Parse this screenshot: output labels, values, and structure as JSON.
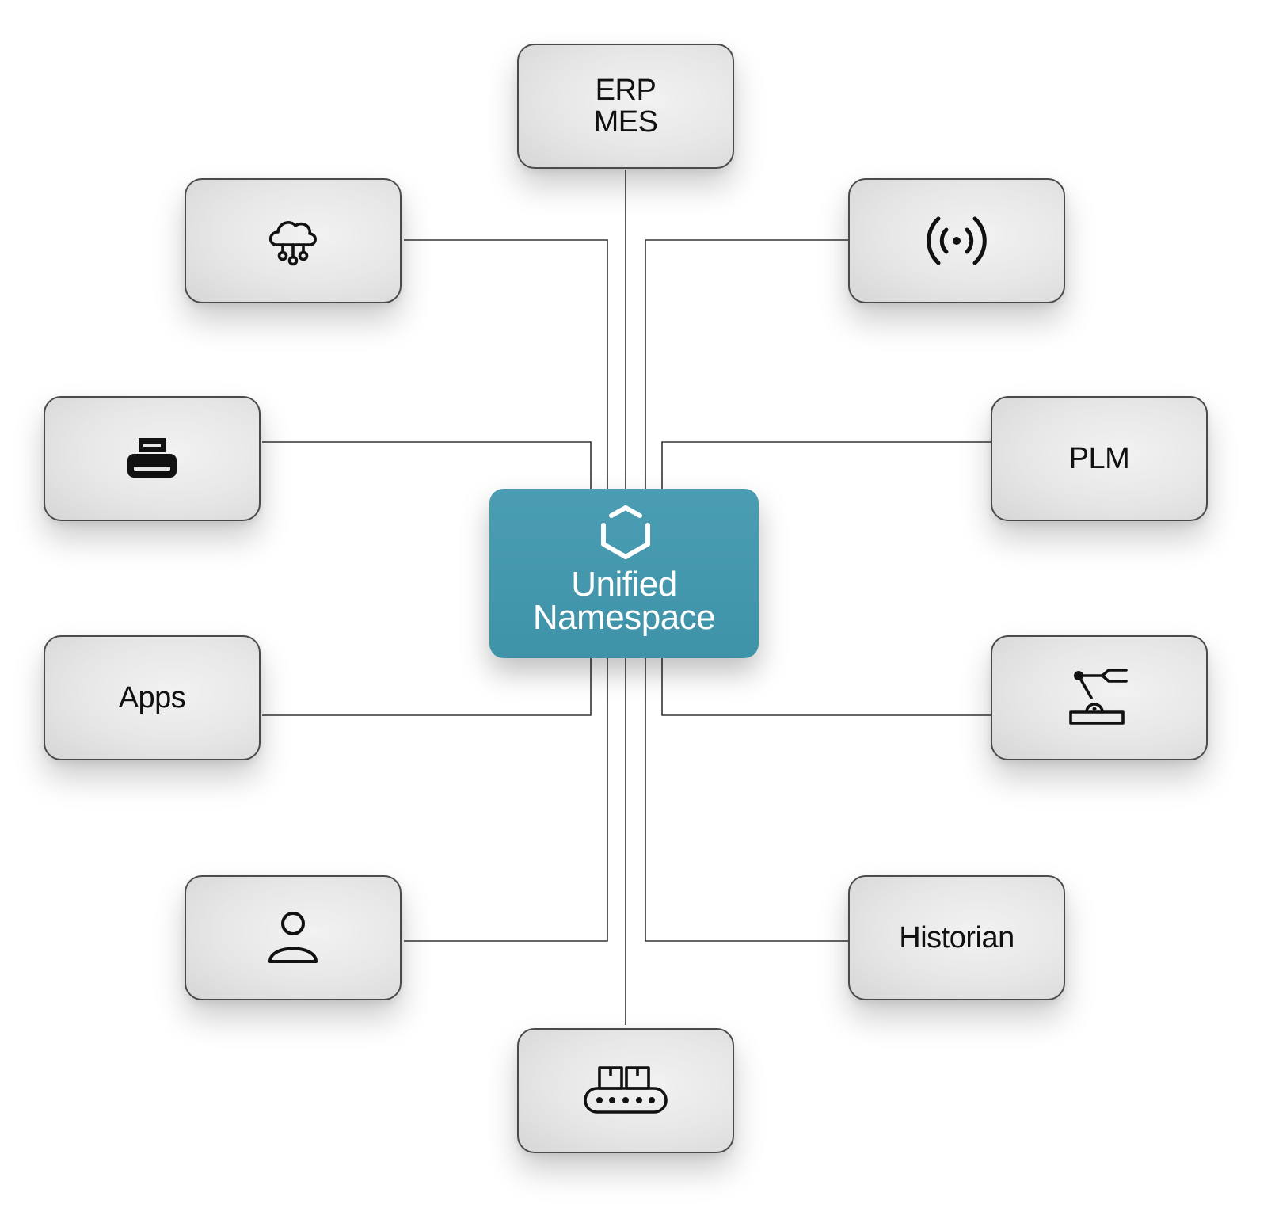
{
  "hub": {
    "title_line1": "Unified",
    "title_line2": "Namespace",
    "icon": "hexagon-outline-icon",
    "color": "#4299ae"
  },
  "nodes": {
    "erp_mes": {
      "line1": "ERP",
      "line2": "MES"
    },
    "cloud": {
      "icon": "cloud-network-icon"
    },
    "wireless": {
      "icon": "wireless-signal-icon"
    },
    "printer": {
      "icon": "printer-icon"
    },
    "plm": {
      "label": "PLM"
    },
    "apps": {
      "label": "Apps"
    },
    "robot": {
      "icon": "robotic-arm-icon"
    },
    "user": {
      "icon": "user-icon"
    },
    "historian": {
      "label": "Historian"
    },
    "conveyor": {
      "icon": "conveyor-belt-icon"
    }
  },
  "colors": {
    "border": "#4a4a4a",
    "connector": "#333333",
    "node_fill": "#e8e8e8"
  }
}
